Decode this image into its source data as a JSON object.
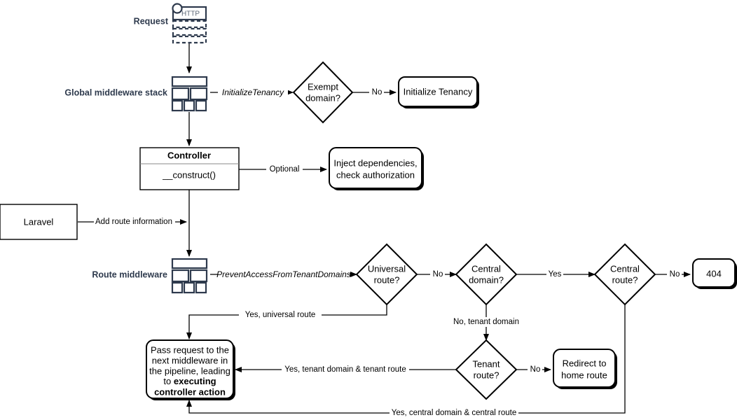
{
  "diagram": {
    "title": "Tenancy request lifecycle flowchart",
    "accent_dark": "#2e3a4d",
    "stroke": "#000000",
    "background": "#ffffff"
  },
  "side_labels": {
    "request": "Request",
    "global_middleware_stack": "Global middleware stack",
    "route_middleware": "Route middleware"
  },
  "icons": {
    "http_document": "http-request-icon",
    "http_badge": "HTTP",
    "middleware_stack": "middleware-stack-icon",
    "route_middleware_stack": "middleware-stack-icon"
  },
  "nodes": {
    "exempt_domain": "Exempt\ndomain?",
    "exempt_domain_line1": "Exempt",
    "exempt_domain_line2": "domain?",
    "initialize_tenancy": "Initialize Tenancy",
    "controller_title": "Controller",
    "controller_method": "__construct()",
    "inject_line1": "Inject dependencies,",
    "inject_line2": "check authorization",
    "laravel": "Laravel",
    "universal_route_line1": "Universal",
    "universal_route_line2": "route?",
    "central_domain_line1": "Central",
    "central_domain_line2": "domain?",
    "central_route_line1": "Central",
    "central_route_line2": "route?",
    "not_found": "404",
    "tenant_route_line1": "Tenant",
    "tenant_route_line2": "route?",
    "redirect_line1": "Redirect to",
    "redirect_line2": "home route",
    "pass_request_line1": "Pass request to the",
    "pass_request_line2": "next middleware in",
    "pass_request_line3": "the pipeline, leading",
    "pass_request_line4": "to ",
    "pass_request_bold1": "executing",
    "pass_request_bold2": "controller action"
  },
  "edge_labels": {
    "initialize_tenancy_mw": "InitializeTenancy",
    "exempt_no": "No",
    "controller_optional": "Optional",
    "add_route_information": "Add route information",
    "prevent_access": "PreventAccessFromTenantDomains",
    "universal_no": "No",
    "central_domain_yes": "Yes",
    "central_route_no": "No",
    "no_tenant_domain": "No, tenant domain",
    "tenant_route_no": "No",
    "yes_universal_route": "Yes, universal route",
    "yes_tenant_domain_tenant_route": "Yes, tenant domain & tenant route",
    "yes_central_domain_central_route": "Yes, central domain & central route"
  }
}
